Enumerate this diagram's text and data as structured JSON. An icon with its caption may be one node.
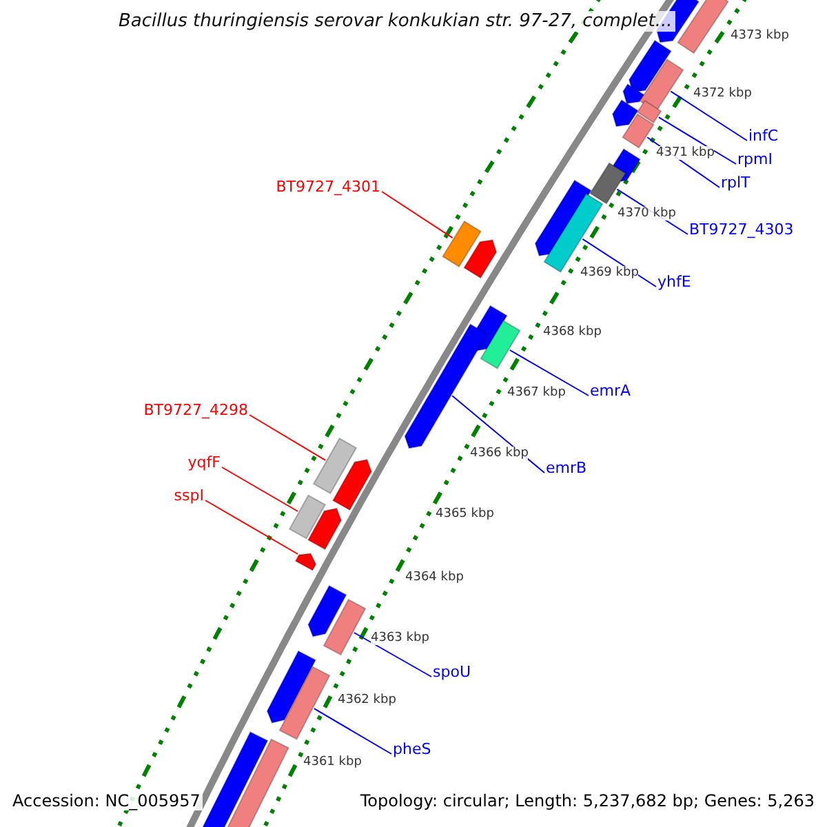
{
  "diagram": {
    "title": "Bacillus thuringiensis serovar konkukian str. 97-27, complet...",
    "nodes": [
      {
        "text": [
          "infC"
        ]
      },
      {
        "text": [
          "rpmI"
        ]
      },
      {
        "text": [
          "rplT"
        ]
      },
      {
        "text": [
          "BT9727_4301"
        ]
      },
      {
        "text": [
          "BT9727_4303"
        ]
      },
      {
        "text": [
          "yhfE"
        ]
      },
      {
        "text": [
          "emrA"
        ]
      },
      {
        "text": [
          "BT9727_4298"
        ]
      },
      {
        "text": [
          "emrB"
        ]
      },
      {
        "text": [
          "yqfF"
        ]
      },
      {
        "text": [
          "sspI"
        ]
      },
      {
        "text": [
          "spoU"
        ]
      },
      {
        "text": [
          "pheS"
        ]
      },
      {
        "text": [],
        "shape": "bar"
      },
      {
        "text": [],
        "shape": "bar"
      },
      {
        "text": [],
        "shape": "bar"
      },
      {
        "text": [],
        "shape": "bar"
      },
      {
        "text": [],
        "shape": "bar"
      },
      {
        "text": [],
        "shape": "bar"
      },
      {
        "text": [],
        "shape": "bar"
      },
      {
        "text": [],
        "shape": "bar"
      },
      {
        "text": [],
        "shape": "bar"
      },
      {
        "text": [],
        "shape": "bar"
      },
      {
        "text": [],
        "shape": "bar"
      },
      {
        "text": [],
        "shape": "bar"
      },
      {
        "text": [],
        "shape": "bar"
      }
    ],
    "edges": [
      {
        "from": 0,
        "to": 13,
        "arrow": "none"
      },
      {
        "from": 1,
        "to": 14,
        "arrow": "none"
      },
      {
        "from": 2,
        "to": 15,
        "arrow": "none"
      },
      {
        "from": 3,
        "to": 18,
        "arrow": "none",
        "color": "#ff0000"
      },
      {
        "from": 4,
        "to": 16,
        "arrow": "none"
      },
      {
        "from": 5,
        "to": 17,
        "arrow": "none"
      },
      {
        "from": 6,
        "to": 19,
        "arrow": "none"
      },
      {
        "from": 7,
        "to": 21,
        "arrow": "none",
        "color": "#ff0000"
      },
      {
        "from": 8,
        "to": 20,
        "arrow": "none"
      },
      {
        "from": 9,
        "to": 22,
        "arrow": "none",
        "color": "#ff0000"
      },
      {
        "from": 10,
        "to": 23,
        "arrow": "none",
        "color": "#ff0000"
      },
      {
        "from": 11,
        "to": 24,
        "arrow": "none"
      },
      {
        "from": 12,
        "to": 25,
        "arrow": "none"
      }
    ],
    "labels": [
      "4373 kbp",
      "4372 kbp",
      "4371 kbp",
      "4370 kbp",
      "4369 kbp",
      "4368 kbp",
      "4367 kbp",
      "4366 kbp",
      "4365 kbp",
      "4364 kbp",
      "4363 kbp",
      "4362 kbp",
      "4361 kbp",
      "Accession: NC_005957",
      "Topology: circular; Length: 5,237,682 bp; Genes: 5,263"
    ]
  }
}
